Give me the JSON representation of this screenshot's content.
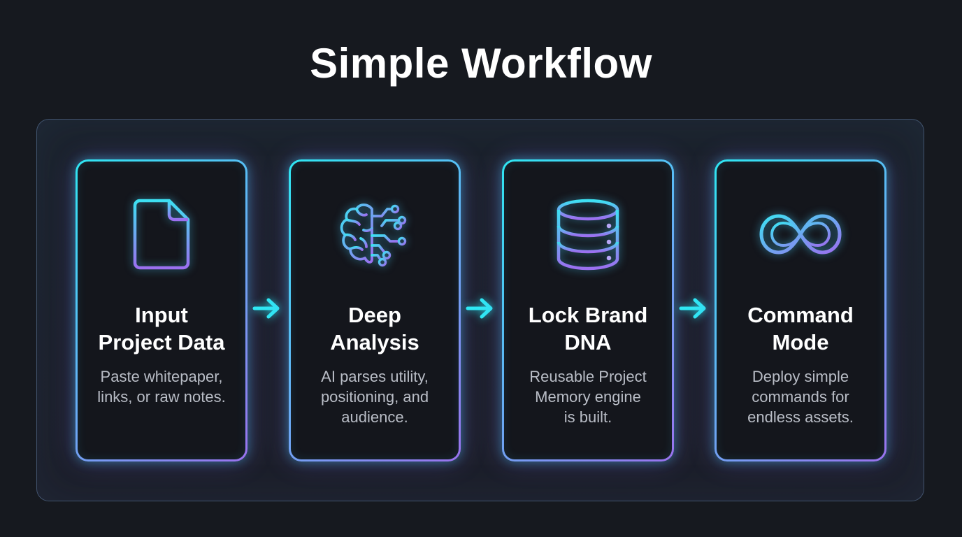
{
  "title": "Simple Workflow",
  "colors": {
    "background": "#16191f",
    "accent_cyan": "#2fe6f2",
    "accent_purple": "#9a72ee",
    "text_primary": "#ffffff",
    "text_secondary": "#b9bdc6"
  },
  "steps": [
    {
      "icon": "document-icon",
      "title_lines": [
        "Input",
        "Project Data"
      ],
      "description_lines": [
        "Paste whitepaper,",
        "links, or raw notes."
      ]
    },
    {
      "icon": "brain-circuit-icon",
      "title_lines": [
        "Deep",
        "Analysis"
      ],
      "description_lines": [
        "AI parses utility,",
        "positioning, and",
        "audience."
      ]
    },
    {
      "icon": "database-icon",
      "title_lines": [
        "Lock Brand",
        "DNA"
      ],
      "description_lines": [
        "Reusable Project",
        "Memory engine",
        "is built."
      ]
    },
    {
      "icon": "infinity-icon",
      "title_lines": [
        "Command",
        "Mode"
      ],
      "description_lines": [
        "Deploy simple",
        "commands for",
        "endless assets."
      ]
    }
  ],
  "connectors": [
    "arrow-right-icon",
    "arrow-right-icon",
    "arrow-right-icon"
  ]
}
